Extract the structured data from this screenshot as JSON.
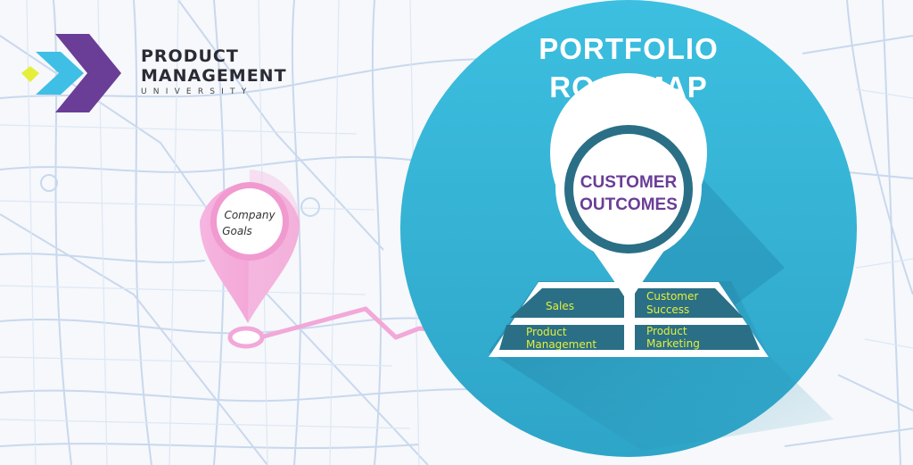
{
  "brand": {
    "line1": "PRODUCT",
    "line2": "MANAGEMENT",
    "line3": "UNIVERSITY"
  },
  "portfolio": {
    "title_line1": "PORTFOLIO",
    "title_line2": "ROADMAP"
  },
  "outcomes": {
    "line1": "CUSTOMER",
    "line2": "OUTCOMES"
  },
  "goals": {
    "line1": "Company",
    "line2": "Goals"
  },
  "quadrants": {
    "sales": "Sales",
    "customer_success_1": "Customer",
    "customer_success_2": "Success",
    "product_management_1": "Product",
    "product_management_2": "Management",
    "product_marketing_1": "Product",
    "product_marketing_2": "Marketing"
  },
  "colors": {
    "circle": "#35b7d8",
    "pink": "#f2a8d8",
    "purple": "#6a3d97",
    "label_yellow": "#e5ef3a"
  }
}
